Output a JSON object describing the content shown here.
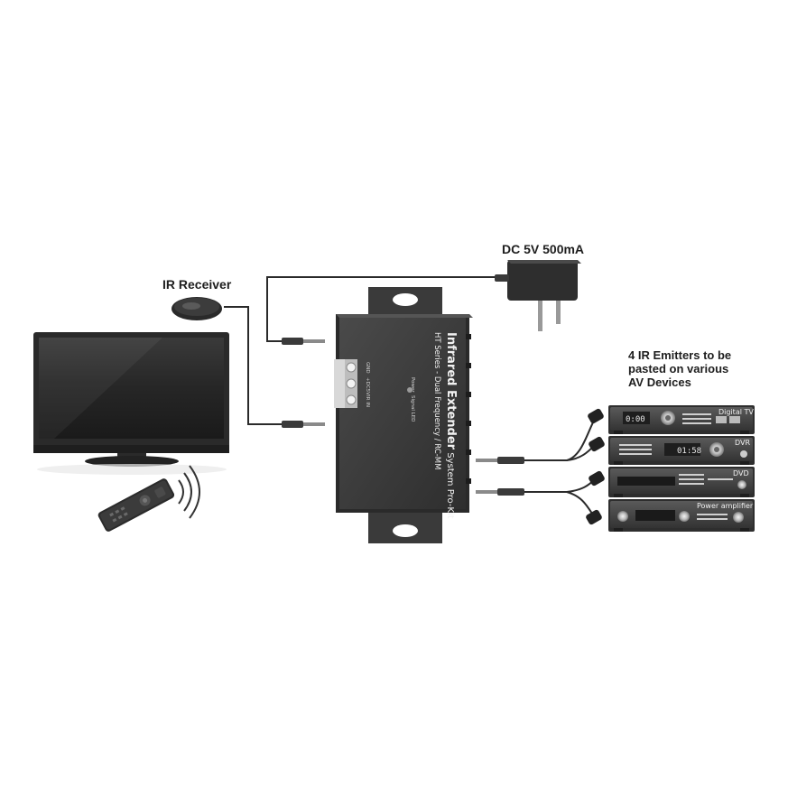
{
  "labels": {
    "ir_receiver": "IR Receiver",
    "power_supply": "DC 5V 500mA",
    "emitters_line1": "4 IR Emitters to be",
    "emitters_line2": "pasted  on  various",
    "emitters_line3": "AV Devices"
  },
  "extender": {
    "title_bold": "Infrared Extender",
    "title_rest": " System Pro-Kit",
    "subtitle": "HT Series - Dual Frequency / RC-MM",
    "terminal_labels": [
      "GND",
      "+DC5V",
      "IR IN"
    ],
    "led_power": "Power",
    "led_signal": "Signal LED"
  },
  "devices": [
    {
      "name": "Digital TV",
      "display": "0:00"
    },
    {
      "name": "DVR",
      "display": "01:58"
    },
    {
      "name": "DVD",
      "display": ""
    },
    {
      "name": "Power amplifier",
      "display": ""
    }
  ],
  "colors": {
    "device_body": "#3a3a3a",
    "device_face": "#4a4a4a",
    "tv_screen": "#2a2a2a",
    "label_text": "#1e1e1e",
    "cable": "#2a2a2a"
  },
  "icons": [
    "tv-icon",
    "remote-icon",
    "ir-receiver-icon",
    "power-adapter-icon",
    "ir-extender-hub-icon",
    "ir-emitter-icon"
  ]
}
